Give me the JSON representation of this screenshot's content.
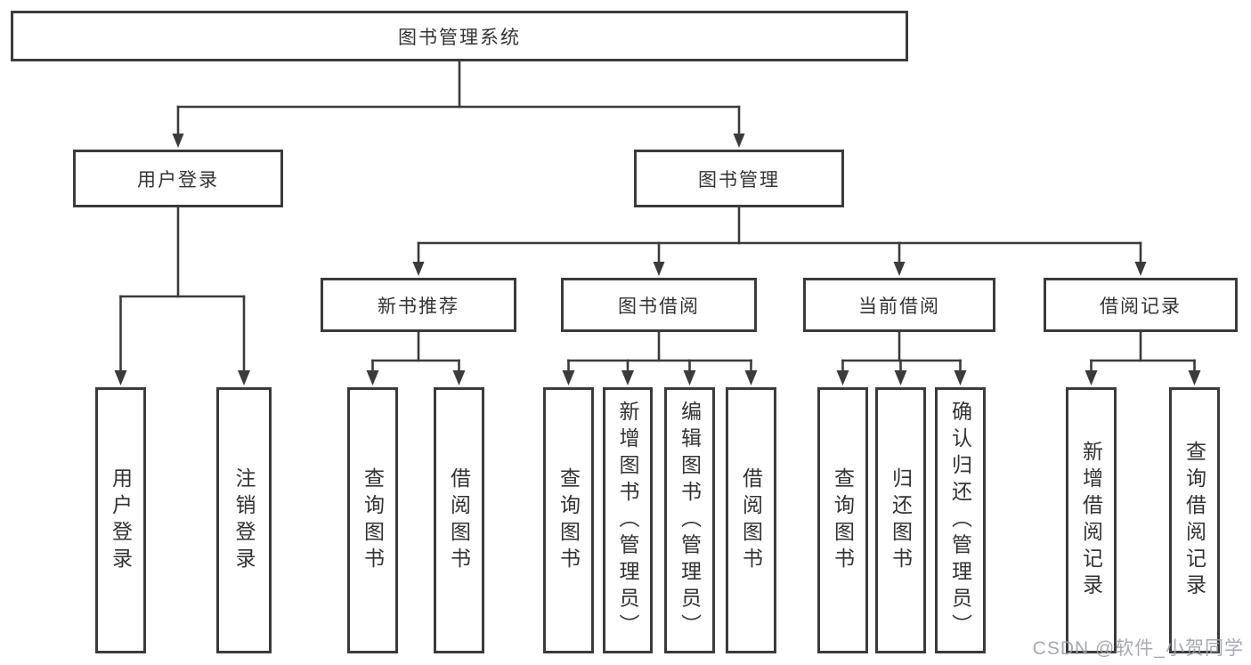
{
  "diagram": {
    "type": "hierarchy-tree",
    "title": "图书管理系统"
  },
  "nodes": {
    "root": "图书管理系统",
    "user_login": "用户登录",
    "book_mgmt": "图书管理",
    "new_book_rec": "新书推荐",
    "book_borrowing": "图书借阅",
    "current_borrowing": "当前借阅",
    "borrowing_records": "借阅记录",
    "ul_user_login": "用户登录",
    "ul_logout": "注销登录",
    "nbr_query_books": "查询图书",
    "nbr_borrow_books": "借阅图书",
    "bb_query_books": "查询图书",
    "bb_add_books": "新增图书（管理员）",
    "bb_edit_books": "编辑图书（管理员）",
    "bb_borrow_books": "借阅图书",
    "cb_query_books": "查询图书",
    "cb_return_books": "归还图书",
    "cb_confirm_return": "确认归还（管理员）",
    "br_add_record": "新增借阅记录",
    "br_query_record": "查询借阅记录"
  },
  "hierarchy": {
    "root": "图书管理系统",
    "children": [
      {
        "label": "用户登录",
        "children": [
          {
            "label": "用户登录"
          },
          {
            "label": "注销登录"
          }
        ]
      },
      {
        "label": "图书管理",
        "children": [
          {
            "label": "新书推荐",
            "children": [
              {
                "label": "查询图书"
              },
              {
                "label": "借阅图书"
              }
            ]
          },
          {
            "label": "图书借阅",
            "children": [
              {
                "label": "查询图书"
              },
              {
                "label": "新增图书（管理员）"
              },
              {
                "label": "编辑图书（管理员）"
              },
              {
                "label": "借阅图书"
              }
            ]
          },
          {
            "label": "当前借阅",
            "children": [
              {
                "label": "查询图书"
              },
              {
                "label": "归还图书"
              },
              {
                "label": "确认归还（管理员）"
              }
            ]
          },
          {
            "label": "借阅记录",
            "children": [
              {
                "label": "新增借阅记录"
              },
              {
                "label": "查询借阅记录"
              }
            ]
          }
        ]
      }
    ]
  },
  "watermark": "CSDN @软件_小贺同学",
  "colors": {
    "line": "#3b3b3b",
    "border": "#3b3b3b",
    "text": "#333333",
    "background": "#ffffff",
    "watermark": "#9ea3a9"
  }
}
